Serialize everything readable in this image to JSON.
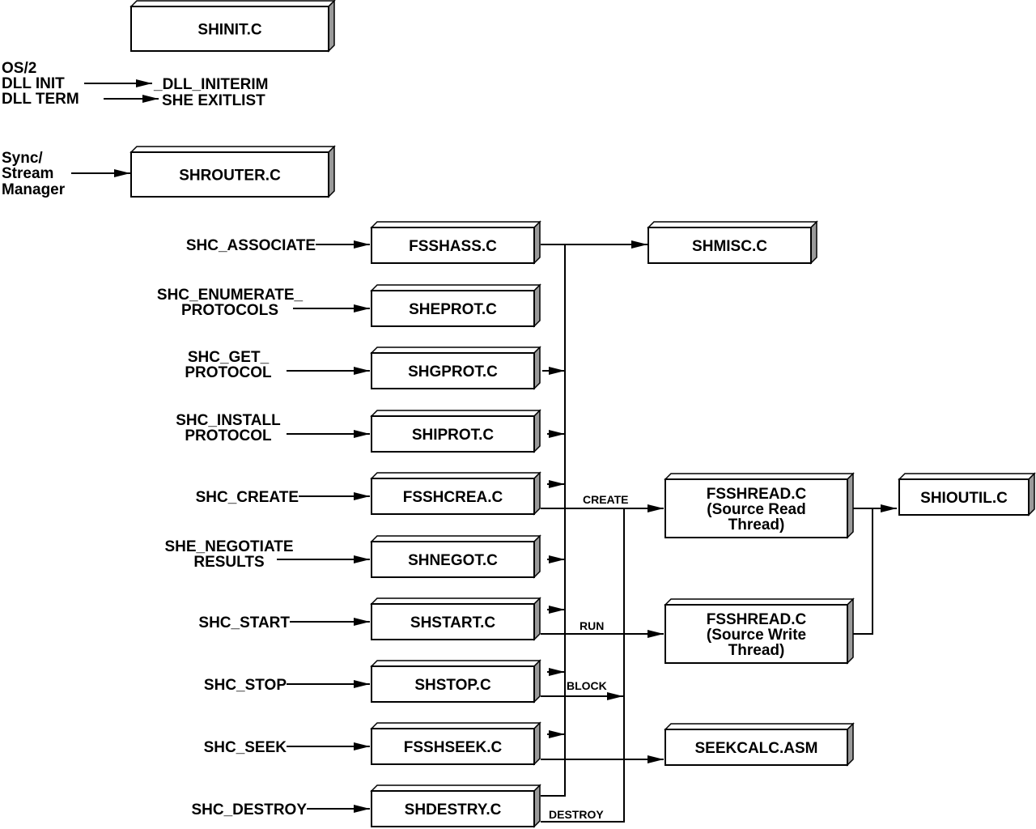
{
  "boxes": {
    "shinit": "SHINIT.C",
    "shrouter": "SHROUTER.C",
    "fsshass": "FSSHASS.C",
    "sheprot": "SHEPROT.C",
    "shgprot": "SHGPROT.C",
    "shiprot": "SHIPROT.C",
    "fsshcrea": "FSSHCREA.C",
    "shnegot": "SHNEGOT.C",
    "shstart": "SHSTART.C",
    "shstop": "SHSTOP.C",
    "fsshseek": "FSSHSEEK.C",
    "shdestry": "SHDESTRY.C",
    "shmisc": "SHMISC.C",
    "fsshread_r": [
      "FSSHREAD.C",
      "(Source Read",
      "Thread)"
    ],
    "fsshread_w": [
      "FSSHREAD.C",
      "(Source Write",
      "Thread)"
    ],
    "shioutil": "SHIOUTIL.C",
    "seekcalc": "SEEKCALC.ASM"
  },
  "inputs": {
    "os2": "OS/2",
    "dll_init": "DLL INIT",
    "dll_term": "DLL TERM",
    "dll_initerim": "_DLL_INITERIM",
    "she_exitlist": "SHE EXITLIST",
    "sync": [
      "Sync/",
      "Stream",
      "Manager"
    ],
    "associate": "SHC_ASSOCIATE",
    "enumerate": [
      "SHC_ENUMERATE_",
      "PROTOCOLS"
    ],
    "get_protocol": [
      "SHC_GET_",
      "PROTOCOL"
    ],
    "install_protocol": [
      "SHC_INSTALL",
      "PROTOCOL"
    ],
    "create": "SHC_CREATE",
    "negotiate": [
      "SHE_NEGOTIATE",
      "RESULTS"
    ],
    "start": "SHC_START",
    "stop": "SHC_STOP",
    "seek": "SHC_SEEK",
    "destroy": "SHC_DESTROY"
  },
  "edge_labels": {
    "create": "CREATE",
    "run": "RUN",
    "block": "BLOCK",
    "destroy": "DESTROY"
  }
}
